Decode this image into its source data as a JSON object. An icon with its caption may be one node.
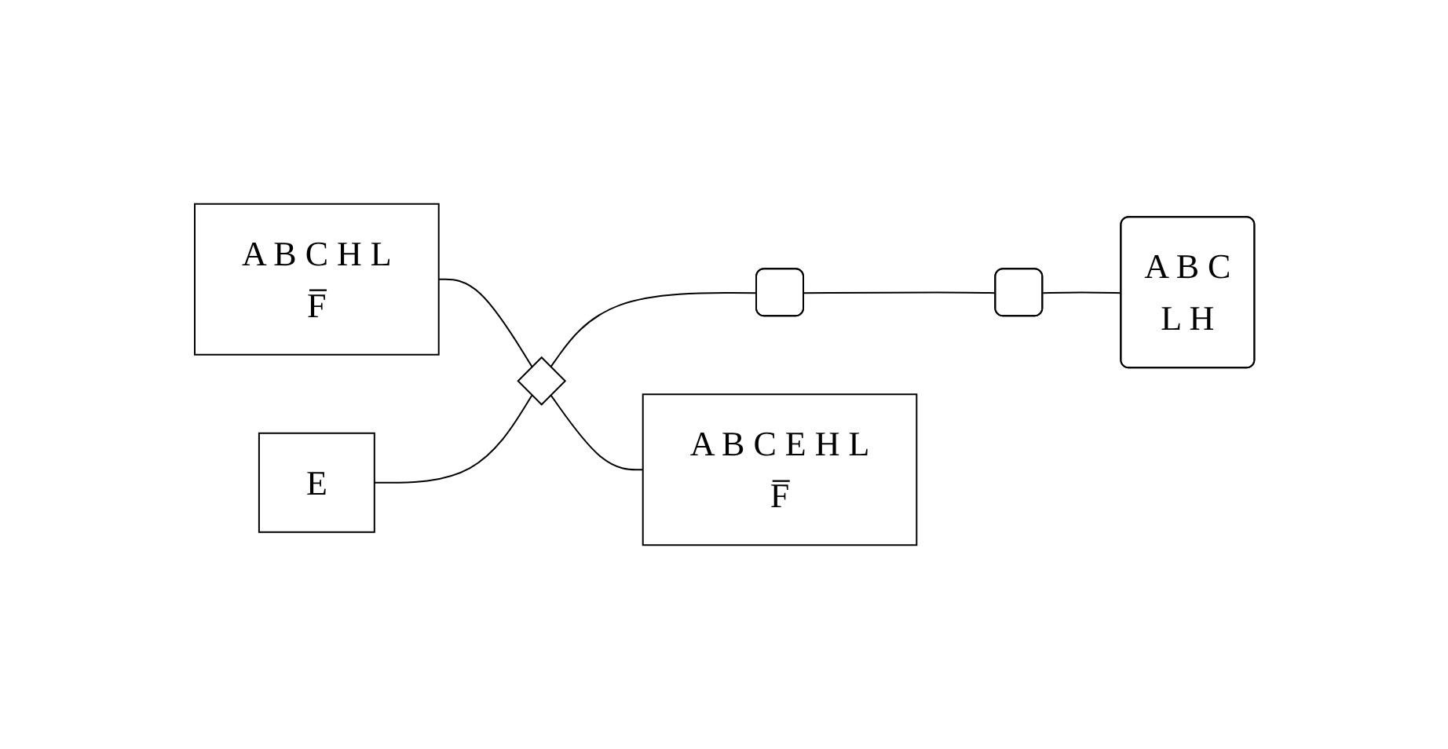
{
  "diagram": {
    "nodes": [
      {
        "text": [
          "A B C H L",
          "F̅"
        ]
      },
      {
        "text": [
          "E"
        ]
      },
      {
        "text": [],
        "shape": "diamond"
      },
      {
        "text": [],
        "shape": "box"
      },
      {
        "text": [],
        "shape": "box"
      },
      {
        "text": [
          "A B C",
          "L H"
        ]
      },
      {
        "text": [
          "A B C E H L",
          "F̅"
        ]
      }
    ],
    "edges": [
      {
        "from": 0,
        "to": 2,
        "arrow": "none"
      },
      {
        "from": 1,
        "to": 2,
        "arrow": "none"
      },
      {
        "from": 2,
        "to": 3,
        "arrow": "none"
      },
      {
        "from": 3,
        "to": 4,
        "arrow": "none"
      },
      {
        "from": 4,
        "to": 5,
        "arrow": "none"
      },
      {
        "from": 2,
        "to": 6,
        "arrow": "none"
      }
    ]
  }
}
